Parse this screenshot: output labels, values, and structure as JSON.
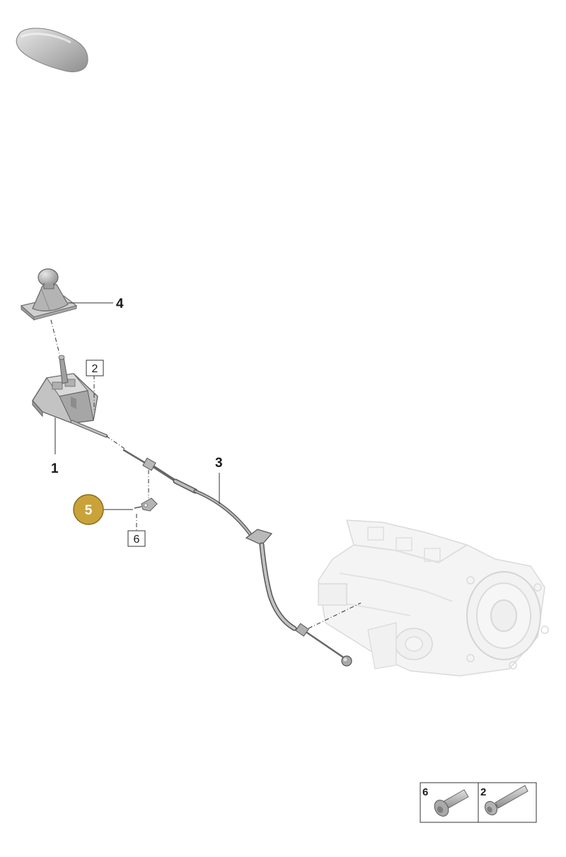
{
  "callouts": {
    "shifter_unit": "1",
    "shift_cable": "3",
    "gear_knob_boot": "4",
    "bracket_badge": "5"
  },
  "boxed_refs": {
    "shifter_screw": "2",
    "bracket_screw": "6"
  },
  "hardware_legend": {
    "left_label": "6",
    "right_label": "2"
  },
  "colors": {
    "badge_fill": "#C9A23A",
    "badge_stroke": "#8A6D1E",
    "part_grey": "#BDBDBD",
    "part_dark": "#7A7A7A",
    "transmission_faded": "#EEEEEE",
    "leader_line": "#333333"
  }
}
